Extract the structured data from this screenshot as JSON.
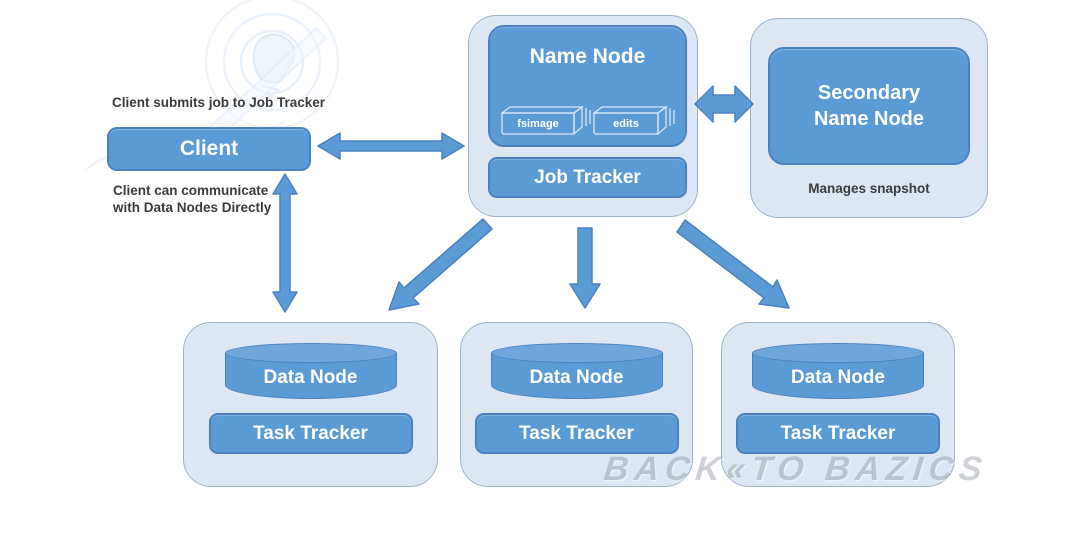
{
  "diagram": {
    "title_context": "Hadoop architecture diagram",
    "client": {
      "top_caption": "Client submits job to Job Tracker",
      "box_label": "Client",
      "bottom_caption_line1": "Client can communicate",
      "bottom_caption_line2": "with Data Nodes Directly"
    },
    "name_node_group": {
      "name_node_label": "Name Node",
      "fsimage_label": "fsimage",
      "edits_label": "edits",
      "job_tracker_label": "Job Tracker"
    },
    "secondary_group": {
      "label_line1": "Secondary",
      "label_line2": "Name Node",
      "caption": "Manages snapshot"
    },
    "data_nodes": [
      {
        "node_label": "Data Node",
        "tracker_label": "Task Tracker"
      },
      {
        "node_label": "Data Node",
        "tracker_label": "Task Tracker"
      },
      {
        "node_label": "Data Node",
        "tracker_label": "Task Tracker"
      }
    ],
    "edges": [
      {
        "from": "Client",
        "to": "Name Node",
        "type": "bidirectional"
      },
      {
        "from": "Client",
        "to": "Data Node 1",
        "type": "bidirectional"
      },
      {
        "from": "Name Node",
        "to": "Secondary Name Node",
        "type": "bidirectional"
      },
      {
        "from": "Name Node",
        "to": "Data Node 1",
        "type": "one-way"
      },
      {
        "from": "Name Node",
        "to": "Data Node 2",
        "type": "one-way"
      },
      {
        "from": "Name Node",
        "to": "Data Node 3",
        "type": "one-way"
      }
    ],
    "icons": [
      {
        "name": "lightbulb-sketch-icon",
        "meaning": "faint idea/lightbulb doodle behind client caption"
      }
    ],
    "watermark": "BACK«TO BAZICS"
  },
  "colors": {
    "blue_fill": "#5b9bd5",
    "blue_border": "#4a81c0",
    "panel_fill": "#dde7f3",
    "panel_border": "#9fb2c8",
    "cylinder_top": "#6ea6dc",
    "text_dark": "#3b3b3b",
    "watermark_gray": "#8c96a1"
  }
}
